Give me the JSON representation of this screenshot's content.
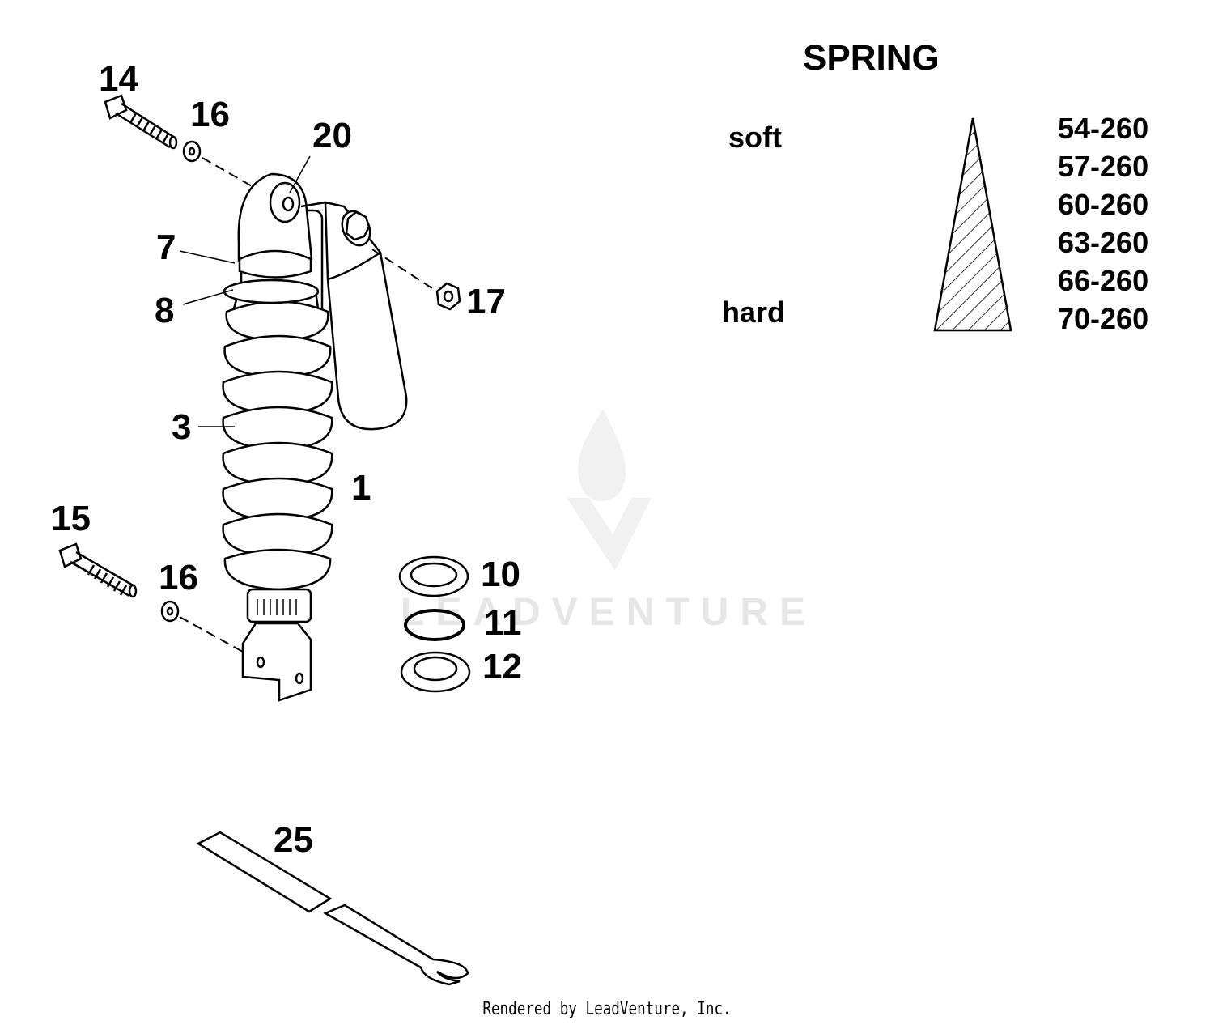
{
  "callouts": {
    "c14": "14",
    "c16a": "16",
    "c20": "20",
    "c7": "7",
    "c8": "8",
    "c17": "17",
    "c3": "3",
    "c1": "1",
    "c15": "15",
    "c16b": "16",
    "c10": "10",
    "c11": "11",
    "c12": "12",
    "c25": "25"
  },
  "spring_table": {
    "title": "SPRING",
    "soft_label": "soft",
    "hard_label": "hard",
    "rates": [
      "54-260",
      "57-260",
      "60-260",
      "63-260",
      "66-260",
      "70-260"
    ]
  },
  "watermark": "LEADVENTURE",
  "footer": "Rendered by LeadVenture, Inc."
}
